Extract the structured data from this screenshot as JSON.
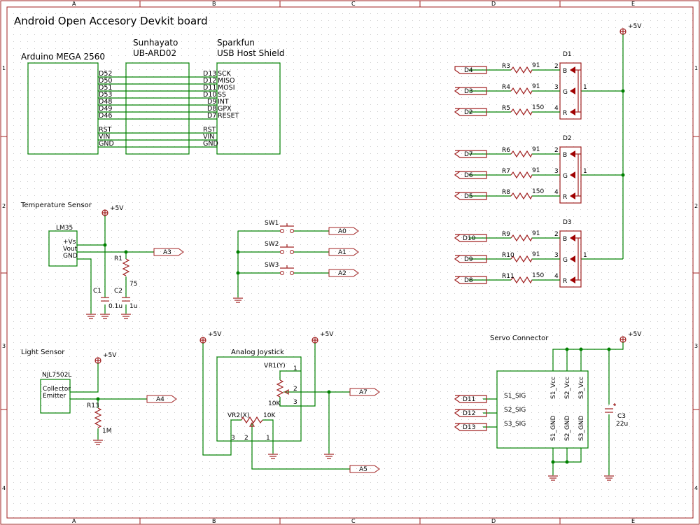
{
  "title": "Android Open Accesory Devkit board",
  "frame": {
    "cols": [
      "A",
      "B",
      "C",
      "D",
      "E"
    ],
    "rows": [
      "1",
      "2",
      "3",
      "4"
    ]
  },
  "header_block": {
    "arduino": "Arduino MEGA 2560",
    "sunhayato_line1": "Sunhayato",
    "sunhayato_line2": "UB-ARD02",
    "sparkfun_line1": "Sparkfun",
    "sparkfun_line2": "USB Host Shield",
    "mega_pins": [
      "D52",
      "D50",
      "D51",
      "D53",
      "D48",
      "D49",
      "D46",
      "RST",
      "VIN",
      "GND"
    ],
    "shield_pins": [
      "D13",
      "D12",
      "D11",
      "D10",
      "D9",
      "D8",
      "D7",
      "RST",
      "VIN",
      "GND"
    ],
    "shield_funcs": [
      "SCK",
      "MISO",
      "MOSI",
      "SS",
      "INT",
      "GPX",
      "RESET"
    ]
  },
  "temperature": {
    "title": "Temperature Sensor",
    "ic": "LM35",
    "pins": [
      "+Vs",
      "Vout",
      "GND"
    ],
    "power": "+5V",
    "r1": "R1",
    "r1_val": "75",
    "c1": "C1",
    "c1_val": "0.1u",
    "c2": "C2",
    "c2_val": "1u",
    "out": "A3"
  },
  "switches": [
    {
      "name": "SW1",
      "net": "A0"
    },
    {
      "name": "SW2",
      "net": "A1"
    },
    {
      "name": "SW3",
      "net": "A2"
    }
  ],
  "leds": [
    {
      "name": "D1",
      "rows": [
        {
          "net": "D4",
          "r": "R3",
          "val": "91",
          "pin": "2",
          "ch": "B"
        },
        {
          "net": "D3",
          "r": "R4",
          "val": "91",
          "pin": "3",
          "ch": "G"
        },
        {
          "net": "D2",
          "r": "R5",
          "val": "150",
          "pin": "4",
          "ch": "R"
        }
      ]
    },
    {
      "name": "D2",
      "rows": [
        {
          "net": "D7",
          "r": "R6",
          "val": "91",
          "pin": "2",
          "ch": "B"
        },
        {
          "net": "D6",
          "r": "R7",
          "val": "91",
          "pin": "3",
          "ch": "G"
        },
        {
          "net": "D5",
          "r": "R8",
          "val": "150",
          "pin": "4",
          "ch": "R"
        }
      ]
    },
    {
      "name": "D3",
      "rows": [
        {
          "net": "D10",
          "r": "R9",
          "val": "91",
          "pin": "2",
          "ch": "B"
        },
        {
          "net": "D9",
          "r": "R10",
          "val": "91",
          "pin": "3",
          "ch": "G"
        },
        {
          "net": "D8",
          "r": "R11",
          "val": "150",
          "pin": "4",
          "ch": "R"
        }
      ]
    }
  ],
  "led_common_pin": "1",
  "led_power": "+5V",
  "light": {
    "title": "Light Sensor",
    "ic": "NJL7502L",
    "pins": [
      "Collector",
      "Emitter"
    ],
    "power": "+5V",
    "r": "R13",
    "r_val": "1M",
    "out": "A4"
  },
  "joystick": {
    "title": "Analog Joystick",
    "power_left": "+5V",
    "power_right": "+5V",
    "vr1": "VR1(Y)",
    "vr1_val": "10K",
    "vr2": "VR2(X)",
    "vr2_val": "10K",
    "pins": [
      "1",
      "2",
      "3"
    ],
    "out_y": "A7",
    "out_x": "A5"
  },
  "servo": {
    "title": "Servo Connector",
    "power": "+5V",
    "sig": [
      "S1_SIG",
      "S2_SIG",
      "S3_SIG"
    ],
    "vcc": [
      "S1_Vcc",
      "S2_Vcc",
      "S3_Vcc"
    ],
    "gnd": [
      "S1_GND",
      "S2_GND",
      "S3_GND"
    ],
    "inputs": [
      "D11",
      "D12",
      "D13"
    ],
    "cap": "C3",
    "cap_val": "22u"
  },
  "colors": {
    "wire": "#008000",
    "symbol": "#a02020",
    "frame": "#a02020",
    "diode": "#a00000"
  }
}
